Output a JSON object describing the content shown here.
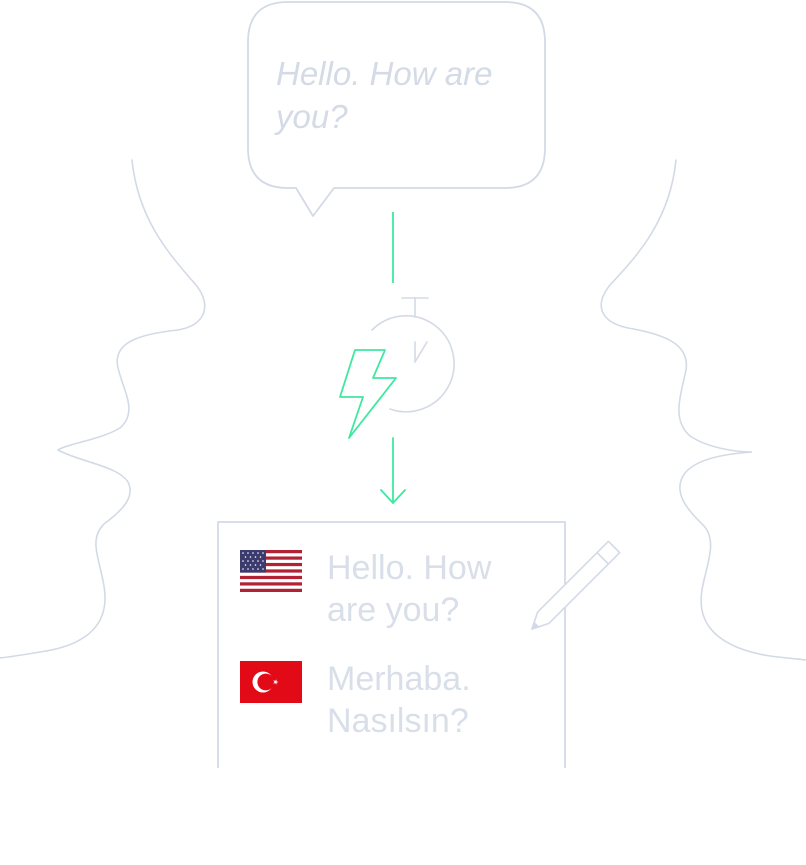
{
  "speech_bubble": {
    "text": "Hello. How are you?"
  },
  "translation_card": {
    "source": {
      "flag": "us-flag-icon",
      "text": "Hello. How are you?"
    },
    "target": {
      "flag": "turkey-flag-icon",
      "text": "Merhaba. Nasılsın?"
    }
  },
  "icons": {
    "timer": "stopwatch-icon",
    "speed": "lightning-bolt-icon",
    "edit": "pencil-icon"
  },
  "colors": {
    "outline": "#d3dae6",
    "accent": "#3ee8a0",
    "flag_red": "#e30a17",
    "us_red": "#b22234",
    "us_blue": "#3c3b6e"
  }
}
